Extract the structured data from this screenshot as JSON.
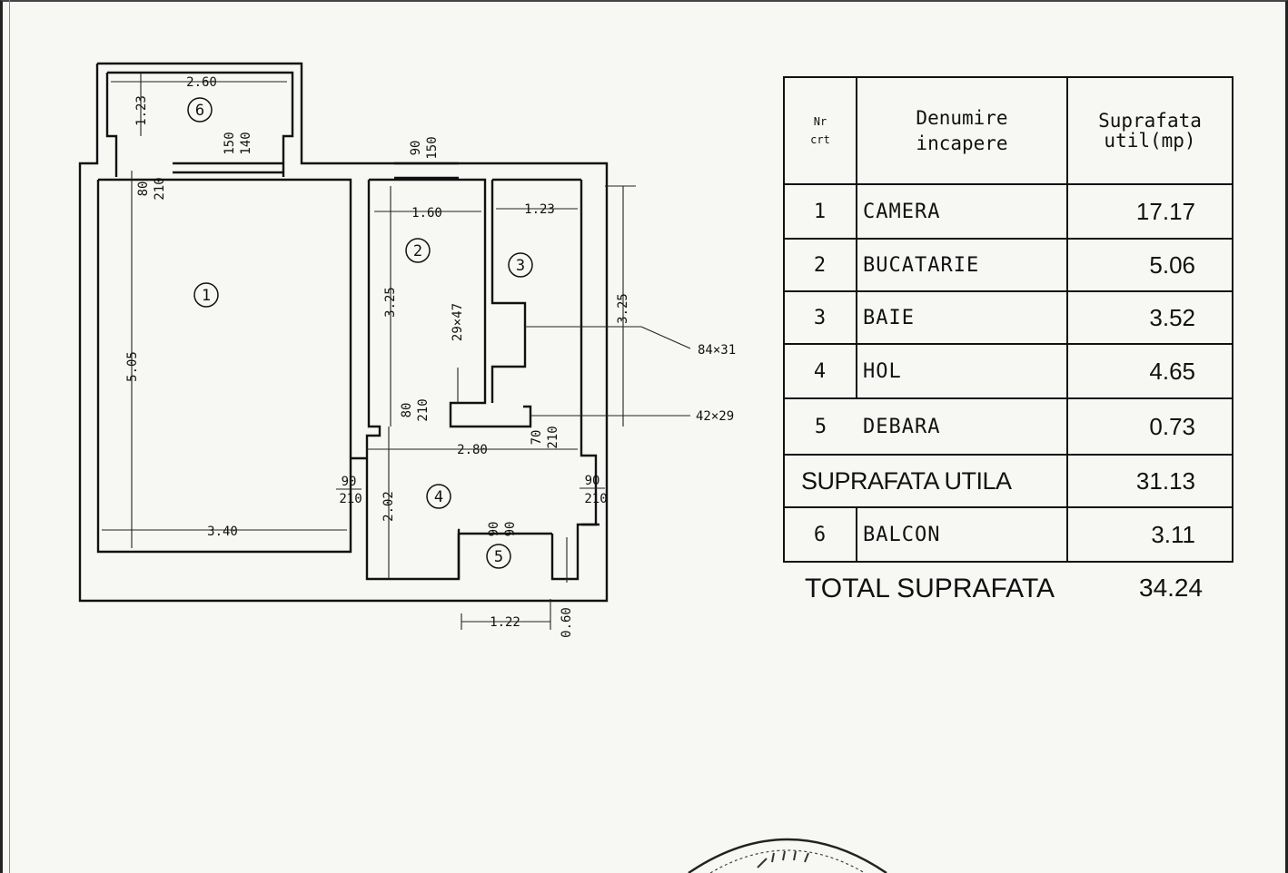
{
  "plan": {
    "rooms": [
      {
        "id": "room-1",
        "label": "1"
      },
      {
        "id": "room-2",
        "label": "2"
      },
      {
        "id": "room-3",
        "label": "3"
      },
      {
        "id": "room-4",
        "label": "4"
      },
      {
        "id": "room-5",
        "label": "5"
      },
      {
        "id": "room-6",
        "label": "6"
      }
    ],
    "dims": {
      "balcony_width": "2.60",
      "balcony_depth": "1.23",
      "balcony_window": [
        "150",
        "140"
      ],
      "balcony_door": [
        "80",
        "210"
      ],
      "kitchen_window": [
        "90",
        "150"
      ],
      "kitchen_width": "1.60",
      "bath_width": "1.23",
      "kitchen_depth": "3.25",
      "bath_depth": "3.25",
      "shaft": "29×47",
      "room1_depth": "5.05",
      "room1_width": "3.40",
      "vent1": "84×31",
      "vent2": "42×29",
      "hall_width": "2.80",
      "kitchen_door": [
        "80",
        "210"
      ],
      "bath_door": [
        "70",
        "210"
      ],
      "room1_door": [
        "90",
        "210"
      ],
      "entry_door": [
        "90",
        "210"
      ],
      "hall_depth": "2.02",
      "closet_door": [
        "90",
        "90"
      ],
      "closet_width": "1.22",
      "closet_depth": "0.60"
    }
  },
  "table": {
    "headers": {
      "nr": [
        "Nr",
        "crt"
      ],
      "name": [
        "Denumire",
        "incapere"
      ],
      "area": [
        "Suprafata",
        "util(mp)"
      ]
    },
    "rows": [
      {
        "nr": "1",
        "name": "CAMERA",
        "area": "17.17"
      },
      {
        "nr": "2",
        "name": "BUCATARIE",
        "area": "5.06"
      },
      {
        "nr": "3",
        "name": "BAIE",
        "area": "3.52"
      },
      {
        "nr": "4",
        "name": "HOL",
        "area": "4.65"
      },
      {
        "nr": "5",
        "name": "DEBARA",
        "area": "0.73"
      }
    ],
    "subtotal": {
      "label": "SUPRAFATA UTILA",
      "area": "31.13"
    },
    "balcony": {
      "nr": "6",
      "name": "BALCON",
      "area": "3.11"
    },
    "total": {
      "label": "TOTAL SUPRAFATA",
      "area": "34.24"
    }
  }
}
